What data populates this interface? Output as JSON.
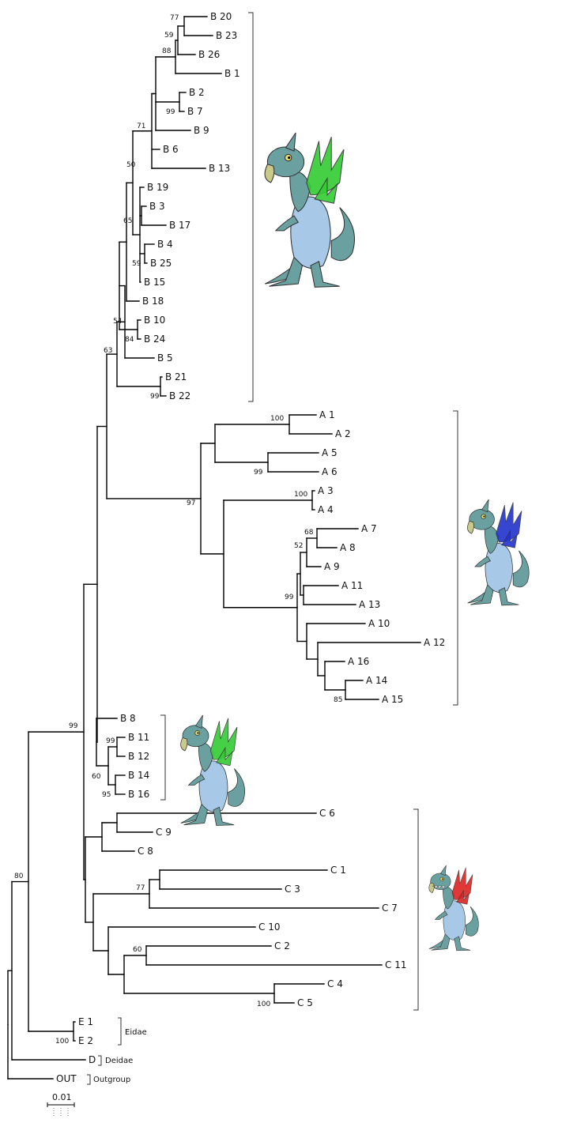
{
  "tree": {
    "type": "phylogenetic-tree",
    "taxa": [
      {
        "id": "B20",
        "label": "B 20"
      },
      {
        "id": "B23",
        "label": "B 23"
      },
      {
        "id": "B26",
        "label": "B 26"
      },
      {
        "id": "B1",
        "label": "B 1"
      },
      {
        "id": "B2",
        "label": "B 2"
      },
      {
        "id": "B7",
        "label": "B 7"
      },
      {
        "id": "B9",
        "label": "B 9"
      },
      {
        "id": "B6",
        "label": "B 6"
      },
      {
        "id": "B13",
        "label": "B 13"
      },
      {
        "id": "B19",
        "label": "B 19"
      },
      {
        "id": "B3",
        "label": "B 3"
      },
      {
        "id": "B17",
        "label": "B 17"
      },
      {
        "id": "B4",
        "label": "B 4"
      },
      {
        "id": "B25",
        "label": "B 25"
      },
      {
        "id": "B15",
        "label": "B 15"
      },
      {
        "id": "B18",
        "label": "B 18"
      },
      {
        "id": "B10",
        "label": "B 10"
      },
      {
        "id": "B24",
        "label": "B 24"
      },
      {
        "id": "B5",
        "label": "B 5"
      },
      {
        "id": "B21",
        "label": "B 21"
      },
      {
        "id": "B22",
        "label": "B 22"
      },
      {
        "id": "A1",
        "label": "A 1"
      },
      {
        "id": "A2",
        "label": "A 2"
      },
      {
        "id": "A5",
        "label": "A 5"
      },
      {
        "id": "A6",
        "label": "A 6"
      },
      {
        "id": "A3",
        "label": "A 3"
      },
      {
        "id": "A4",
        "label": "A 4"
      },
      {
        "id": "A7",
        "label": "A 7"
      },
      {
        "id": "A8",
        "label": "A 8"
      },
      {
        "id": "A9",
        "label": "A 9"
      },
      {
        "id": "A11",
        "label": "A 11"
      },
      {
        "id": "A13",
        "label": "A 13"
      },
      {
        "id": "A10",
        "label": "A 10"
      },
      {
        "id": "A12",
        "label": "A 12"
      },
      {
        "id": "A16",
        "label": "A 16"
      },
      {
        "id": "A14",
        "label": "A 14"
      },
      {
        "id": "A15",
        "label": "A 15"
      },
      {
        "id": "B8",
        "label": "B 8"
      },
      {
        "id": "B11",
        "label": "B 11"
      },
      {
        "id": "B12",
        "label": "B 12"
      },
      {
        "id": "B14",
        "label": "B 14"
      },
      {
        "id": "B16",
        "label": "B 16"
      },
      {
        "id": "C6",
        "label": "C 6"
      },
      {
        "id": "C9",
        "label": "C 9"
      },
      {
        "id": "C8",
        "label": "C 8"
      },
      {
        "id": "C1",
        "label": "C 1"
      },
      {
        "id": "C3",
        "label": "C 3"
      },
      {
        "id": "C7",
        "label": "C 7"
      },
      {
        "id": "C10",
        "label": "C 10"
      },
      {
        "id": "C2",
        "label": "C 2"
      },
      {
        "id": "C11",
        "label": "C 11"
      },
      {
        "id": "C4",
        "label": "C 4"
      },
      {
        "id": "C5",
        "label": "C 5"
      },
      {
        "id": "E1",
        "label": "E 1"
      },
      {
        "id": "E2",
        "label": "E 2"
      },
      {
        "id": "D",
        "label": "D"
      },
      {
        "id": "OUT",
        "label": "OUT"
      }
    ],
    "bootstrap": [
      {
        "node": "B20+B23",
        "value": "77"
      },
      {
        "node": "B20+B23+B26",
        "value": "59"
      },
      {
        "node": "B20+B23+B26+B1",
        "value": "88"
      },
      {
        "node": "B2+B7",
        "value": "99"
      },
      {
        "node": "B-upper",
        "value": "71"
      },
      {
        "node": "B-upper+B6+B13",
        "value": "50"
      },
      {
        "node": "B-main",
        "value": "65"
      },
      {
        "node": "B4+B25",
        "value": "59"
      },
      {
        "node": "B10+B24",
        "value": "84"
      },
      {
        "node": "B-core",
        "value": "54"
      },
      {
        "node": "B21+B22",
        "value": "99"
      },
      {
        "node": "B-clade",
        "value": "63"
      },
      {
        "node": "A1+A2",
        "value": "100"
      },
      {
        "node": "A5+A6",
        "value": "99"
      },
      {
        "node": "A-clade",
        "value": "97"
      },
      {
        "node": "A3+A4",
        "value": "100"
      },
      {
        "node": "A7+A8",
        "value": "68"
      },
      {
        "node": "A7+A8+A9",
        "value": "52"
      },
      {
        "node": "A-lower",
        "value": "99"
      },
      {
        "node": "A14+A15",
        "value": "85"
      },
      {
        "node": "B11+B12",
        "value": "99"
      },
      {
        "node": "B-small",
        "value": "60"
      },
      {
        "node": "B14+B16",
        "value": "95"
      },
      {
        "node": "ingroup",
        "value": "99"
      },
      {
        "node": "C1+C3",
        "value": "77"
      },
      {
        "node": "C2+C11",
        "value": "60"
      },
      {
        "node": "C4+C5",
        "value": "100"
      },
      {
        "node": "E1+E2",
        "value": "100"
      },
      {
        "node": "ingroup+E",
        "value": "80"
      }
    ],
    "clade_labels": [
      {
        "id": "eidae",
        "label": "Eidae"
      },
      {
        "id": "deidae",
        "label": "Deidae"
      },
      {
        "id": "outgroup",
        "label": "Outgroup"
      }
    ],
    "scale_bar": {
      "value": "0.01"
    },
    "illustrations": [
      {
        "id": "dragon-b",
        "wing_color": "#33cc33"
      },
      {
        "id": "dragon-a",
        "wing_color": "#2233cc"
      },
      {
        "id": "dragon-b-small",
        "wing_color": "#33cc33"
      },
      {
        "id": "dragon-c",
        "wing_color": "#dd2222"
      }
    ],
    "colors": {
      "body": "#a8c8e8",
      "skin": "#6aa0a0",
      "line": "#000000"
    }
  }
}
